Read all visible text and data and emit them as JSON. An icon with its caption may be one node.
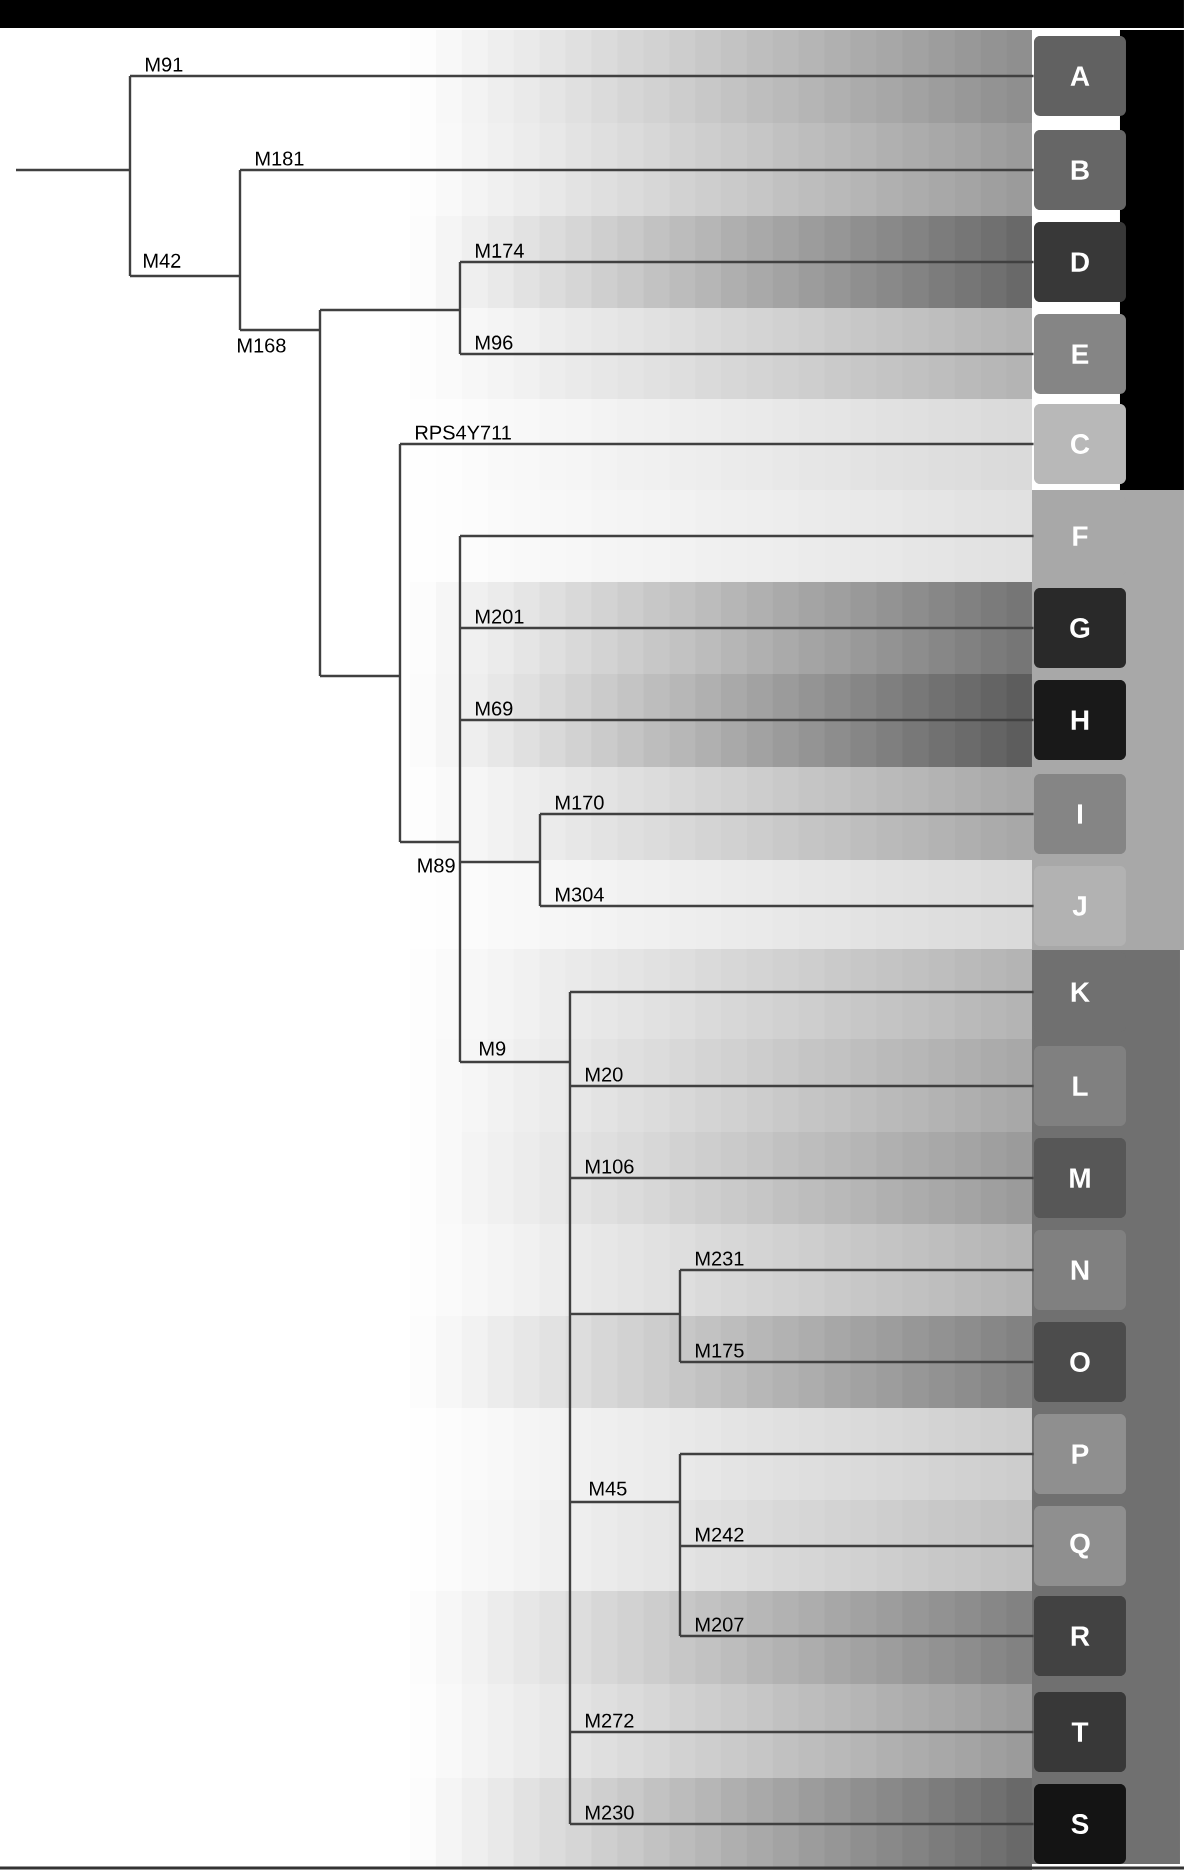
{
  "diagram": {
    "nodes": [
      {
        "text": [
          "A"
        ]
      },
      {
        "text": [
          "B"
        ]
      },
      {
        "text": [
          "D"
        ]
      },
      {
        "text": [
          "E"
        ]
      },
      {
        "text": [
          "C"
        ]
      },
      {
        "text": [
          "F"
        ]
      },
      {
        "text": [
          "G"
        ]
      },
      {
        "text": [
          "H"
        ]
      },
      {
        "text": [
          "I"
        ]
      },
      {
        "text": [
          "J"
        ]
      },
      {
        "text": [
          "K"
        ]
      },
      {
        "text": [
          "L"
        ]
      },
      {
        "text": [
          "M"
        ]
      },
      {
        "text": [
          "N"
        ]
      },
      {
        "text": [
          "O"
        ]
      },
      {
        "text": [
          "P"
        ]
      },
      {
        "text": [
          "Q"
        ]
      },
      {
        "text": [
          "R"
        ]
      },
      {
        "text": [
          "T"
        ]
      },
      {
        "text": [
          "S"
        ]
      }
    ],
    "edges": [
      {
        "from": null,
        "to": 0,
        "arrow": "none",
        "label": "M91"
      },
      {
        "from": null,
        "to": 1,
        "arrow": "none",
        "label": "M181"
      },
      {
        "from": null,
        "to": 2,
        "arrow": "none",
        "label": "M174"
      },
      {
        "from": null,
        "to": 3,
        "arrow": "none",
        "label": "M96"
      },
      {
        "from": null,
        "to": 4,
        "arrow": "none",
        "label": "RPS4Y711"
      },
      {
        "from": null,
        "to": 5,
        "arrow": "none"
      },
      {
        "from": null,
        "to": 6,
        "arrow": "none",
        "label": "M201"
      },
      {
        "from": null,
        "to": 7,
        "arrow": "none",
        "label": "M69"
      },
      {
        "from": null,
        "to": 8,
        "arrow": "none",
        "label": "M170"
      },
      {
        "from": null,
        "to": 9,
        "arrow": "none",
        "label": "M304"
      },
      {
        "from": null,
        "to": 10,
        "arrow": "none"
      },
      {
        "from": null,
        "to": 11,
        "arrow": "none",
        "label": "M20"
      },
      {
        "from": null,
        "to": 12,
        "arrow": "none",
        "label": "M106"
      },
      {
        "from": null,
        "to": 13,
        "arrow": "none",
        "label": "M231"
      },
      {
        "from": null,
        "to": 14,
        "arrow": "none",
        "label": "M175"
      },
      {
        "from": null,
        "to": 15,
        "arrow": "none"
      },
      {
        "from": null,
        "to": 16,
        "arrow": "none",
        "label": "M242"
      },
      {
        "from": null,
        "to": 17,
        "arrow": "none",
        "label": "M207"
      },
      {
        "from": null,
        "to": 18,
        "arrow": "none",
        "label": "M272"
      },
      {
        "from": null,
        "to": 19,
        "arrow": "none",
        "label": "M230"
      }
    ],
    "labels": [
      "M42",
      "M168",
      "M89",
      "M9",
      "M45"
    ]
  }
}
